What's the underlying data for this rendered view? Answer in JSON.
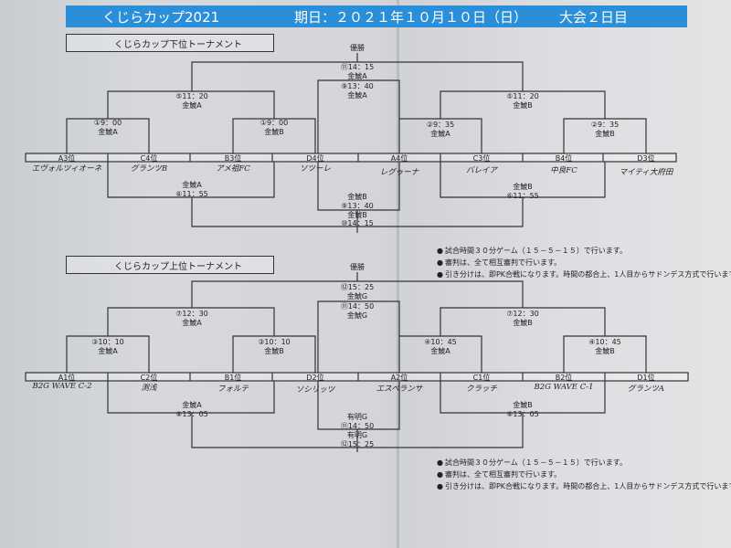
{
  "header": {
    "title": "くじらカップ2021",
    "date": "期日：２０２１年１０月１０日（日）",
    "day": "大会２日目"
  },
  "lower": {
    "title": "くじらカップ下位トーナメント",
    "winner": "優勝",
    "final_time": "⑪14：15",
    "final_court": "金鯱A",
    "semi3_time": "⑨13：40",
    "semi3_court": "金鯱A",
    "left_semi_time": "⑤11：20",
    "left_semi_court": "金鯱A",
    "right_semi_time": "⑤11：20",
    "right_semi_court": "金鯱B",
    "q1_time": "①9：00",
    "q1_court": "金鯱A",
    "q2_time": "①9：00",
    "q2_court": "金鯱B",
    "q3_time": "②9：35",
    "q3_court": "金鯱A",
    "q4_time": "②9：35",
    "q4_court": "金鯱B",
    "seeds": [
      "A3位",
      "C4位",
      "B3位",
      "D4位",
      "A4位",
      "C3位",
      "B4位",
      "D3位"
    ],
    "teams": [
      "エヴォルツィオーネ",
      "グランツB",
      "アメ祖FC",
      "ソツーレ",
      "レグゥーナ",
      "バレイア",
      "中良FC",
      "マイティ大府田"
    ],
    "bottom_left_court": "金鯱A",
    "bottom_left_time": "⑥11：55",
    "bottom_mid_court1": "金鯱B",
    "bottom_mid_time1": "⑨13：40",
    "bottom_right_court": "金鯱B",
    "bottom_right_time": "⑥11：55",
    "bottom_mid_court2": "金鯱B",
    "bottom_mid_time2": "⑩14：15",
    "notes": [
      "試合時間３０分ゲーム（１５－５－１５）で行います。",
      "審判は、全て相互審判で行います。",
      "引き分けは、即PK合戦になります。時間の都合上、1人目からサドンデス方式で行います。"
    ]
  },
  "upper": {
    "title": "くじらカップ上位トーナメント",
    "winner": "優勝",
    "final_time": "⑫15：25",
    "final_court": "金鯱G",
    "semi3_time": "⑪14：50",
    "semi3_court": "金鯱G",
    "left_semi_time": "⑦12：30",
    "left_semi_court": "金鯱A",
    "right_semi_time": "⑦12：30",
    "right_semi_court": "金鯱B",
    "q1_time": "③10：10",
    "q1_court": "金鯱A",
    "q2_time": "③10：10",
    "q2_court": "金鯱B",
    "q3_time": "④10：45",
    "q3_court": "金鯱A",
    "q4_time": "④10：45",
    "q4_court": "金鯱B",
    "seeds": [
      "A1位",
      "C2位",
      "B1位",
      "D2位",
      "A2位",
      "C1位",
      "B2位",
      "D1位"
    ],
    "teams": [
      "B2G WAVE C-2",
      "渕浅",
      "フォルテ",
      "ソシリッツ",
      "エスペランサ",
      "クラッチ",
      "B2G WAVE C-1",
      "グランツA"
    ],
    "bottom_left_court": "金鯱A",
    "bottom_left_time": "⑧13：05",
    "bottom_mid_court1": "有明G",
    "bottom_mid_time1": "⑪14：50",
    "bottom_right_court": "金鯱B",
    "bottom_right_time": "⑧13：05",
    "bottom_mid_court2": "有明G",
    "bottom_mid_time2": "⑫15：25",
    "notes": [
      "試合時間３０分ゲーム（１５－５－１５）で行います。",
      "審判は、全て相互審判で行います。",
      "引き分けは、即PK合戦になります。時間の都合上、1人目からサドンデス方式で行います。"
    ]
  }
}
